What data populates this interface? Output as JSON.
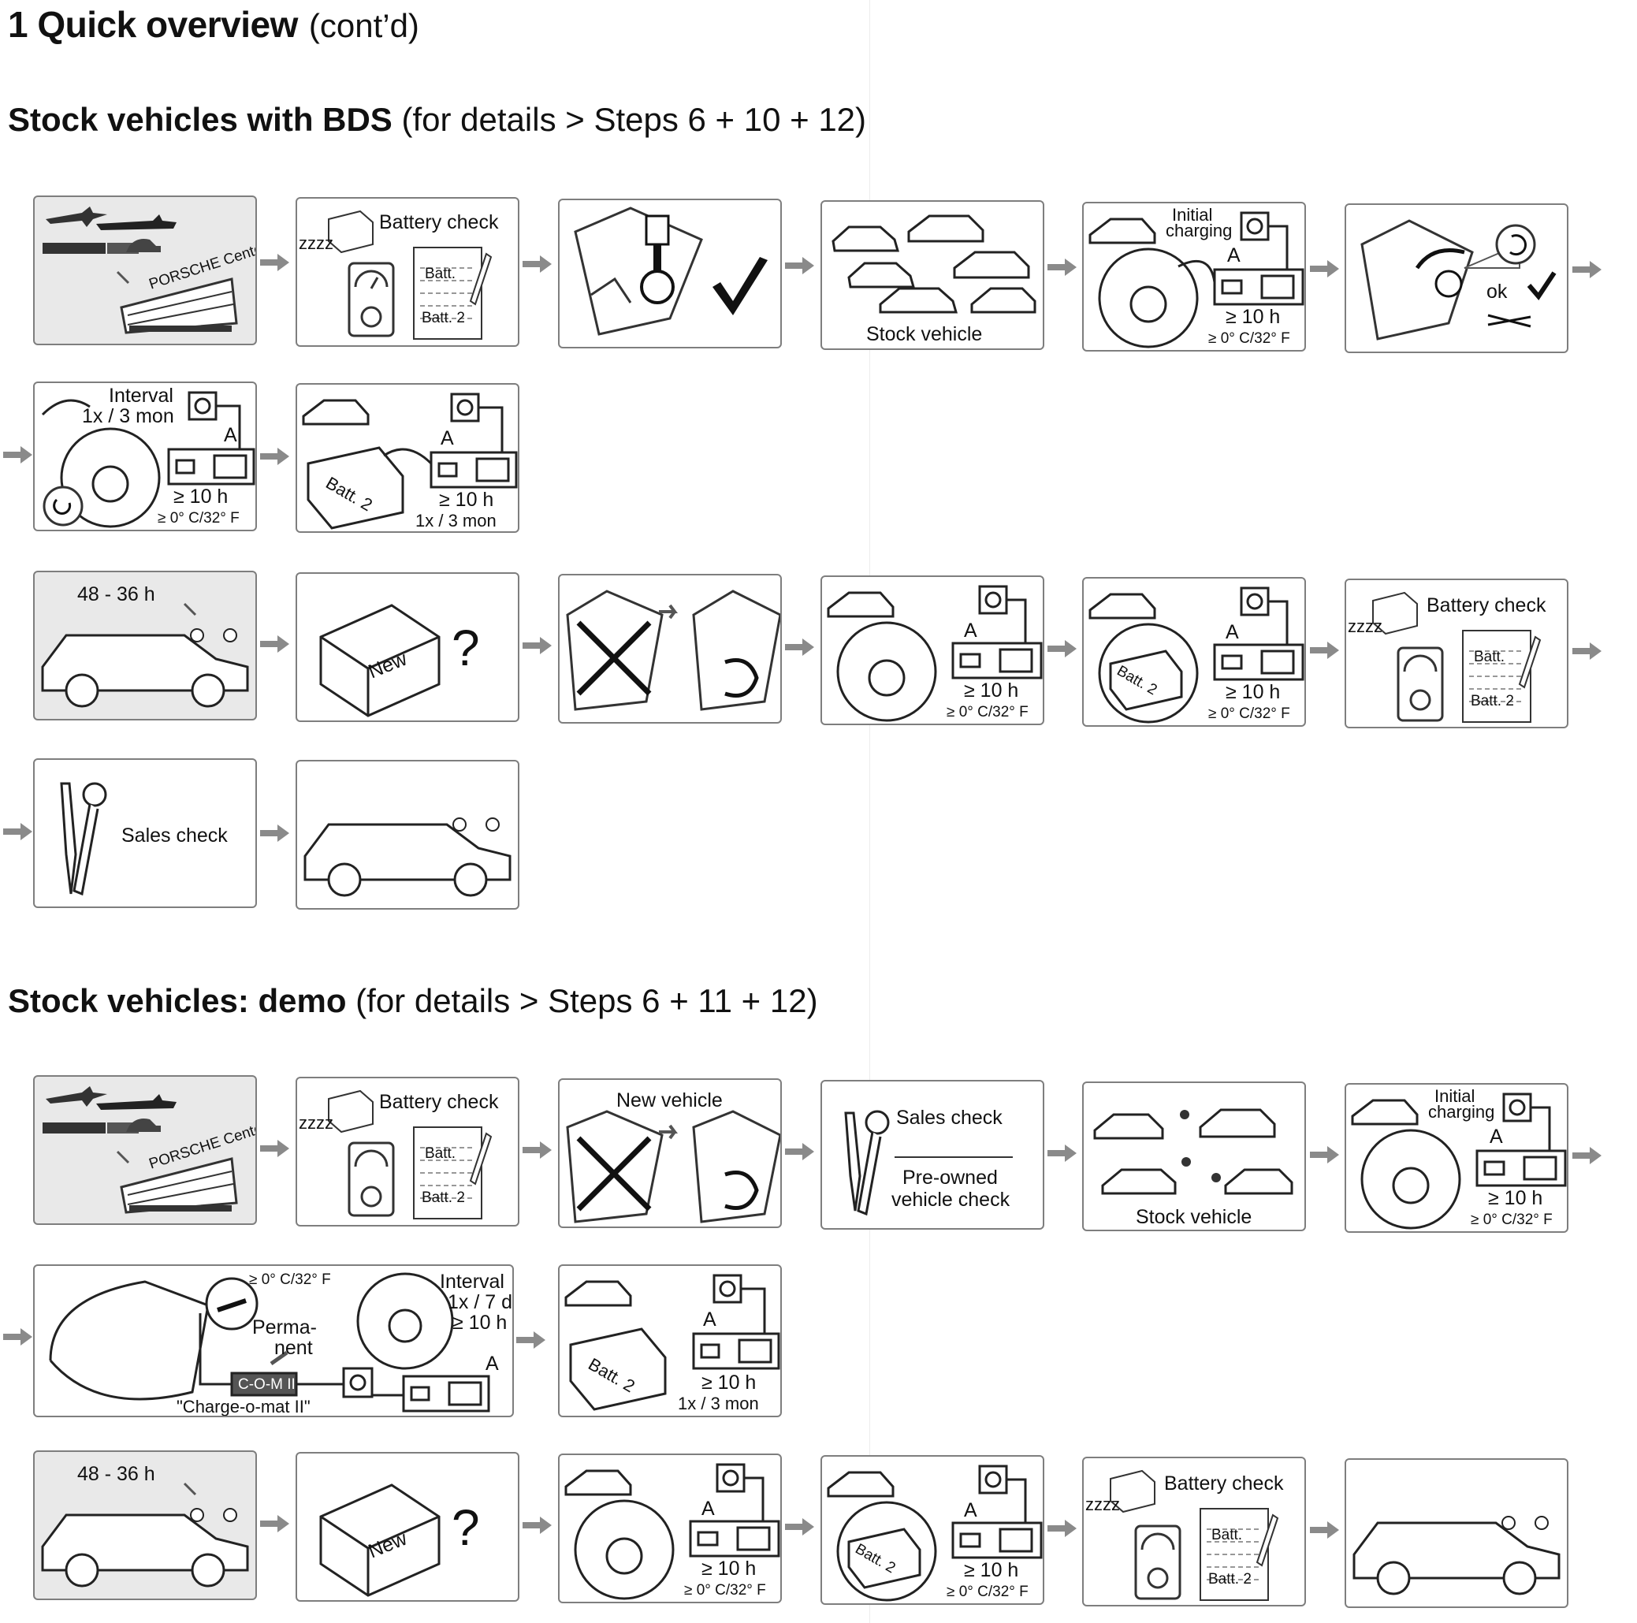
{
  "header": {
    "number_title": "1 Quick overview",
    "cont": "(cont’d)"
  },
  "sections": [
    {
      "bold": "Stock vehicles with BDS",
      "rest": "(for details > Steps 6 + 10 + 12)"
    },
    {
      "bold": "Stock vehicles: demo",
      "rest": "(for details > Steps 6 + 11 + 12)"
    }
  ],
  "labels": {
    "battery_check": "Battery check",
    "batt": "Batt.",
    "batt2": "Batt. 2",
    "zzzz": "zzzz",
    "porsche_center": "PORSCHE Center",
    "stock_vehicle": "Stock vehicle",
    "initial_charging_1": "Initial",
    "initial_charging_2": "charging",
    "amp": "A",
    "ten_h": "≥ 10 h",
    "zero_c": "≥ 0° C/32° F",
    "ok": "ok",
    "interval": "Interval",
    "three_mon": "1x / 3 mon",
    "seven_d": "1x / 7 d",
    "hours_48_36": "48 - 36 h",
    "new": "New",
    "question": "?",
    "sales_check": "Sales check",
    "new_vehicle": "New vehicle",
    "pre_owned_1": "Pre-owned",
    "pre_owned_2": "vehicle check",
    "perma_1": "Perma-",
    "perma_2": "nent",
    "com": "C-O-M II",
    "charge_o_mat": "\"Charge-o-mat II\""
  },
  "colors": {
    "panel_border": "#7e7e7e",
    "panel_shaded": "#e9e9e9",
    "arrow": "#8a8a8a",
    "ink": "#111111"
  }
}
